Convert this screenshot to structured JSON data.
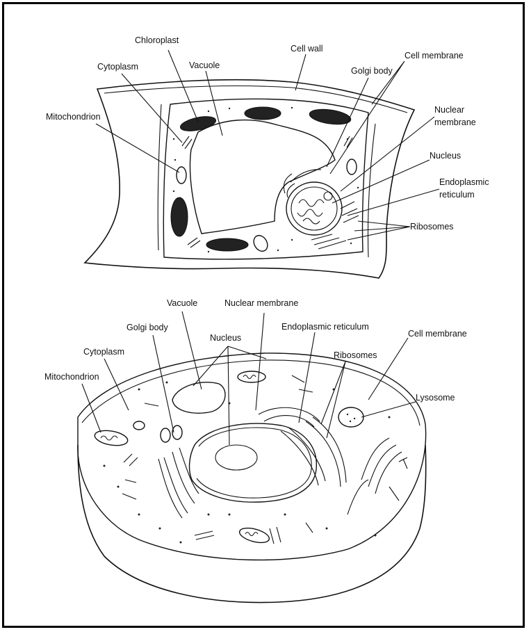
{
  "plant_cell": {
    "labels": {
      "chloroplast": "Chloroplast",
      "cell_wall": "Cell wall",
      "cell_membrane": "Cell membrane",
      "cytoplasm": "Cytoplasm",
      "vacuole": "Vacuole",
      "golgi_body": "Golgi body",
      "mitochondrion": "Mitochondrion",
      "nuclear_membrane_1": "Nuclear",
      "nuclear_membrane_2": "membrane",
      "nucleus": "Nucleus",
      "er_1": "Endoplasmic",
      "er_2": "reticulum",
      "ribosomes": "Ribosomes"
    }
  },
  "animal_cell": {
    "labels": {
      "vacuole": "Vacuole",
      "nuclear_membrane": "Nuclear membrane",
      "golgi_body": "Golgi body",
      "endoplasmic_reticulum": "Endoplasmic reticulum",
      "nucleus": "Nucleus",
      "cell_membrane": "Cell membrane",
      "cytoplasm": "Cytoplasm",
      "ribosomes": "Ribosomes",
      "mitochondrion": "Mitochondrion",
      "lysosome": "Lysosome"
    }
  },
  "colors": {
    "ink": "#111111",
    "background": "#ffffff",
    "border": "#000000"
  }
}
